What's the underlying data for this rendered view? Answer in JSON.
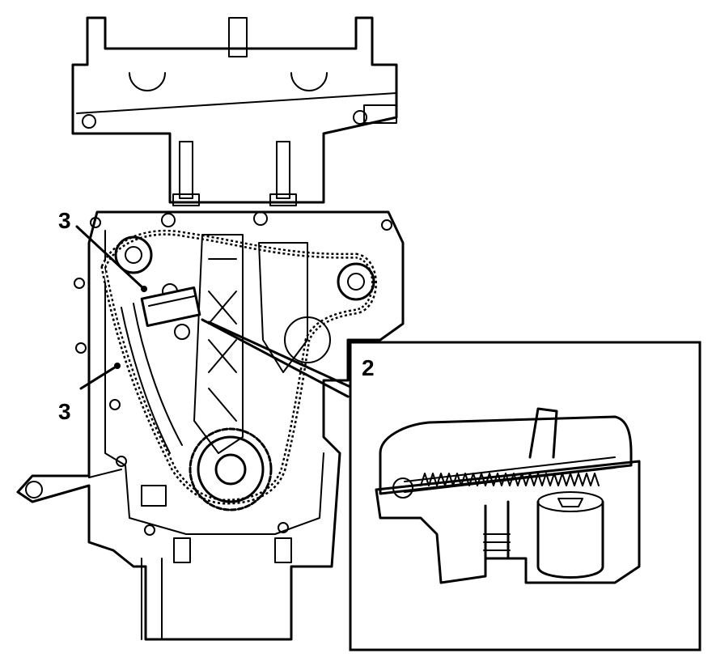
{
  "figure": {
    "callouts": [
      {
        "id": "tensioner-label",
        "text": "3"
      },
      {
        "id": "chain-guide-label",
        "text": "3"
      },
      {
        "id": "detail-label",
        "text": "2"
      }
    ]
  },
  "colors": {
    "line": "#000000",
    "background": "#ffffff"
  }
}
